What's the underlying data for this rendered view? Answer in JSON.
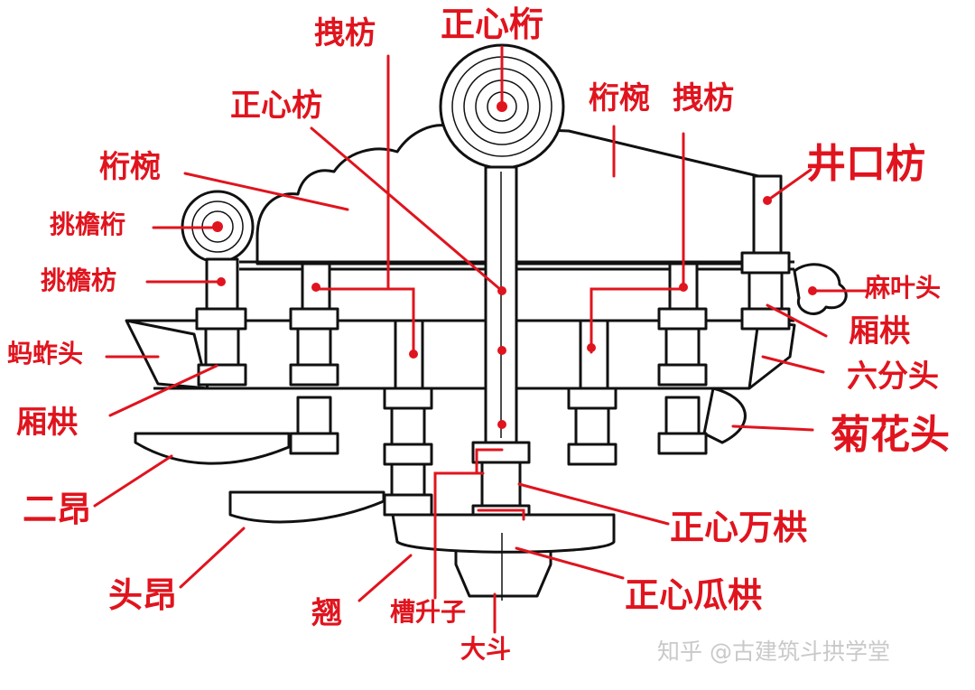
{
  "labels": {
    "zhengxin_heng": "正心桁",
    "yefang_top": "拽枋",
    "zhengxin_fang": "正心枋",
    "hengwan_left": "桁椀",
    "tiaoyan_heng": "挑檐桁",
    "tiaoyan_fang": "挑檐枋",
    "mazha_tou": "蚂蚱头",
    "xianggong_left": "厢栱",
    "er_ang": "二昂",
    "tou_ang": "头昂",
    "qiao": "翘",
    "cao_shengzi": "槽升子",
    "da_dou": "大斗",
    "hengwan_right": "桁椀",
    "yefang_right": "拽枋",
    "jingkou_fang": "井口枋",
    "mayetou": "麻叶头",
    "xianggong_right": "厢栱",
    "liufen_tou": "六分头",
    "juhua_tou": "菊花头",
    "zhengxin_wangong": "正心万栱",
    "zhengxin_guagong": "正心瓜栱"
  },
  "watermark": "知乎 @古建筑斗拱学堂",
  "colors": {
    "label": "#e0141e",
    "line": "#111111",
    "wood": "#ffffff",
    "watermark": "#c9c9c9"
  }
}
